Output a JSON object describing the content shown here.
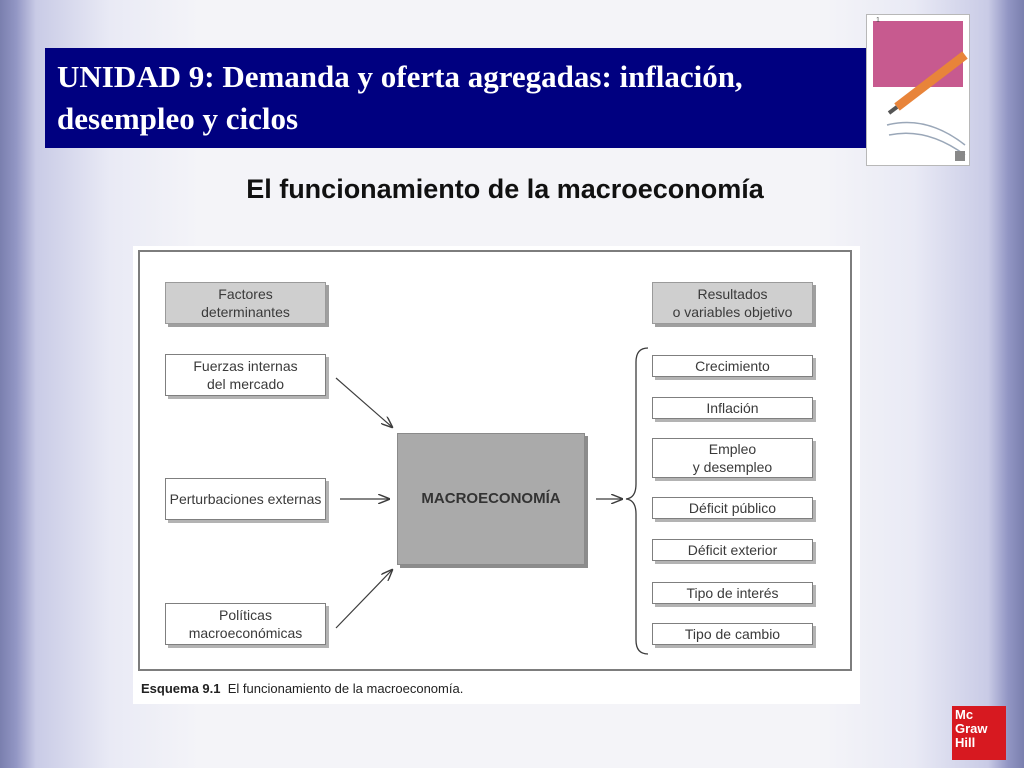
{
  "slide": {
    "title": "UNIDAD 9: Demanda y oferta agregadas: inflación, desempleo y ciclos",
    "subtitle": "El funcionamiento de la macroeconomía"
  },
  "diagram": {
    "left_header": [
      "Factores",
      "determinantes"
    ],
    "right_header": [
      "Resultados",
      "o variables objetivo"
    ],
    "factors": [
      [
        "Fuerzas internas",
        "del mercado"
      ],
      [
        "Perturbaciones externas"
      ],
      [
        "Políticas",
        "macroeconómicas"
      ]
    ],
    "center": "MACROECONOMÍA",
    "outcomes": [
      [
        "Crecimiento"
      ],
      [
        "Inflación"
      ],
      [
        "Empleo",
        "y desempleo"
      ],
      [
        "Déficit público"
      ],
      [
        "Déficit exterior"
      ],
      [
        "Tipo de interés"
      ],
      [
        "Tipo de cambio"
      ]
    ],
    "caption_label": "Esquema 9.1",
    "caption_text": "El funcionamiento de la macroeconomía."
  },
  "book_cover": {
    "number": "1"
  },
  "logo": {
    "lines": [
      "Mc",
      "Graw",
      "Hill"
    ]
  },
  "colors": {
    "title_bg": "#000080",
    "header_box": "#cfcfcf",
    "macro_box": "#aaaaaa",
    "logo_red": "#d71920"
  }
}
